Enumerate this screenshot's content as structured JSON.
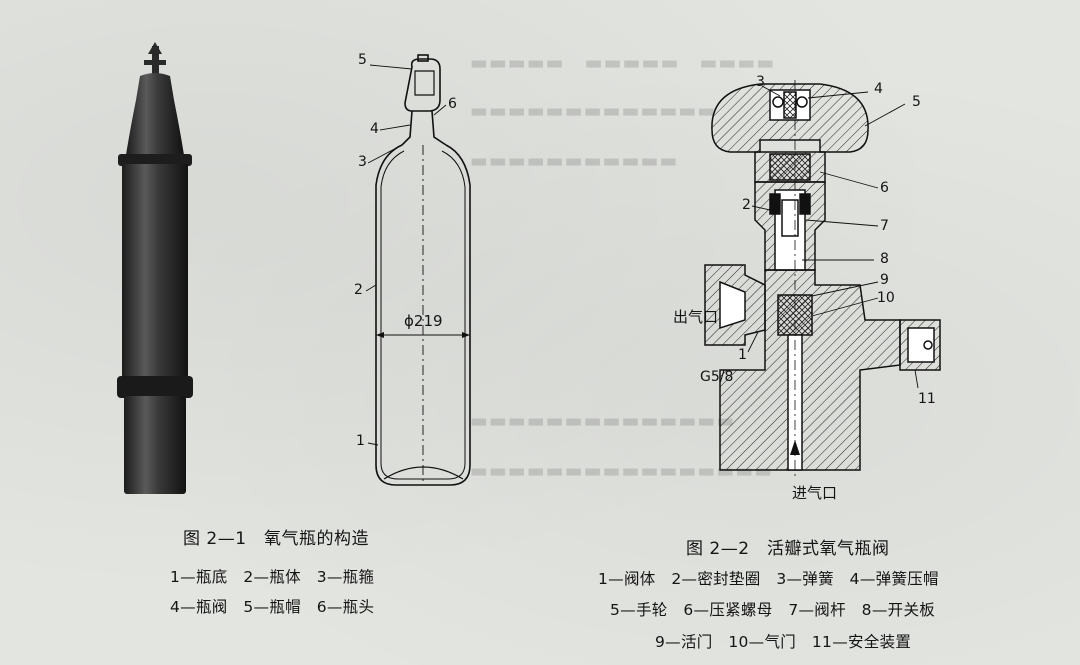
{
  "figure1": {
    "caption": "图 2—1　氧气瓶的构造",
    "legend_line1": "1—瓶底　2—瓶体　3—瓶箍",
    "legend_line2": "4—瓶阀　5—瓶帽　6—瓶头",
    "part_labels": [
      "1",
      "2",
      "3",
      "4",
      "5",
      "6"
    ],
    "dimension": "ϕ219"
  },
  "figure2": {
    "caption": "图 2—2　活瓣式氧气瓶阀",
    "legend_line1": "1—阀体　2—密封垫圈　3—弹簧　4—弹簧压帽",
    "legend_line2": "5—手轮　6—压紧螺母　7—阀杆　8—开关板",
    "legend_line3": "9—活门　10—气门　11—安全装置",
    "part_labels": [
      "1",
      "2",
      "3",
      "4",
      "5",
      "6",
      "7",
      "8",
      "9",
      "10",
      "11"
    ],
    "outlet_label": "出气口",
    "thread_label": "G5/8",
    "inlet_label": "进气口"
  }
}
